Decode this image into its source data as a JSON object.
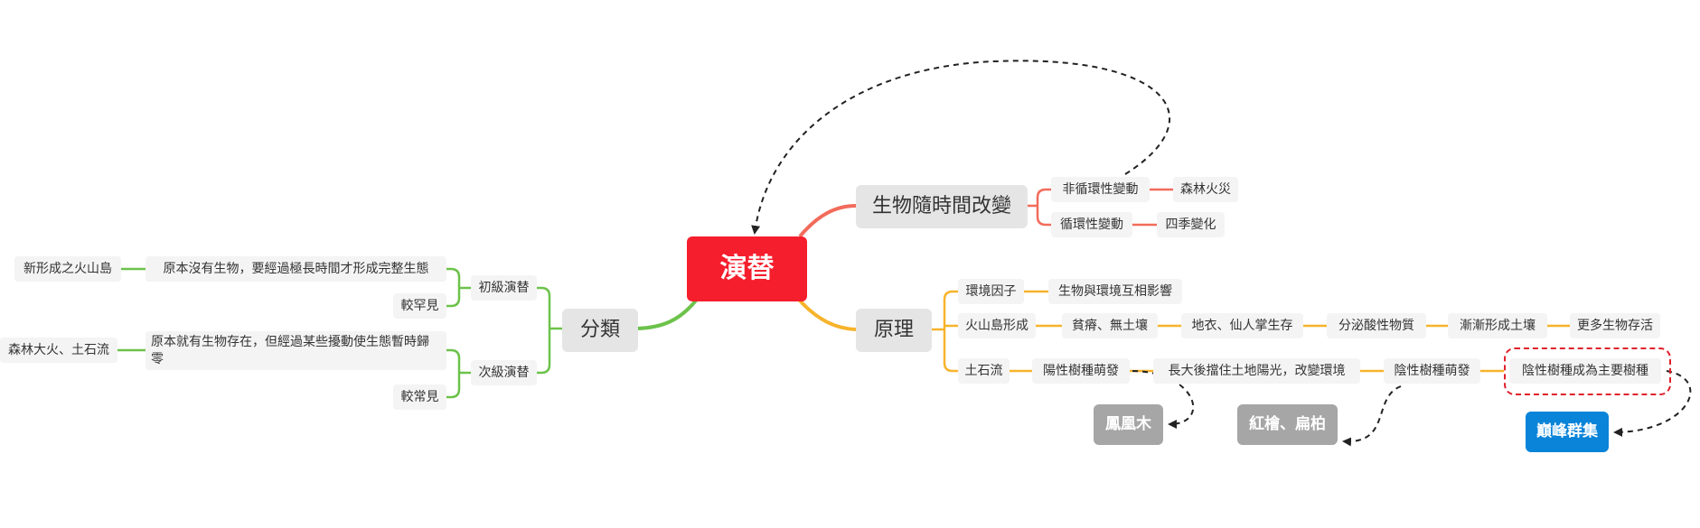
{
  "colors": {
    "root": "#f51e2d",
    "red_branch": "#f26b5b",
    "orange_branch": "#f7b32b",
    "green_branch": "#6cc24a",
    "blue_box": "#0a84d9",
    "gray_box": "#a6a6a6"
  },
  "root": {
    "label": "演替"
  },
  "branches": {
    "time_change": {
      "label": "生物隨時間改變",
      "children": [
        {
          "label": "非循環性變動",
          "detail": "森林火災"
        },
        {
          "label": "循環性變動",
          "detail": "四季變化"
        }
      ]
    },
    "principle": {
      "label": "原理",
      "env_factor": {
        "label": "環境因子",
        "detail": "生物與環境互相影響"
      },
      "volcano_chain": [
        "火山島形成",
        "貧瘠、無土壤",
        "地衣、仙人掌生存",
        "分泌酸性物質",
        "漸漸形成土壤",
        "更多生物存活"
      ],
      "mudflow_chain": [
        "土石流",
        "陽性樹種萌發",
        "長大後擋住土地陽光，改變環境",
        "陰性樹種萌發",
        "陰性樹種成為主要樹種"
      ],
      "examples": {
        "sun_tree": "鳳凰木",
        "shade_tree": "紅檜、扁柏",
        "climax": "巔峰群集"
      }
    },
    "classification": {
      "label": "分類",
      "primary": {
        "label": "初級演替",
        "description": "原本沒有生物，要經過極長時間才形成完整生態",
        "example": "新形成之火山島",
        "frequency": "較罕見"
      },
      "secondary": {
        "label": "次級演替",
        "description": "原本就有生物存在，但經過某些擾動使生態暫時歸零",
        "example": "森林大火、土石流",
        "frequency": "較常見"
      }
    }
  }
}
